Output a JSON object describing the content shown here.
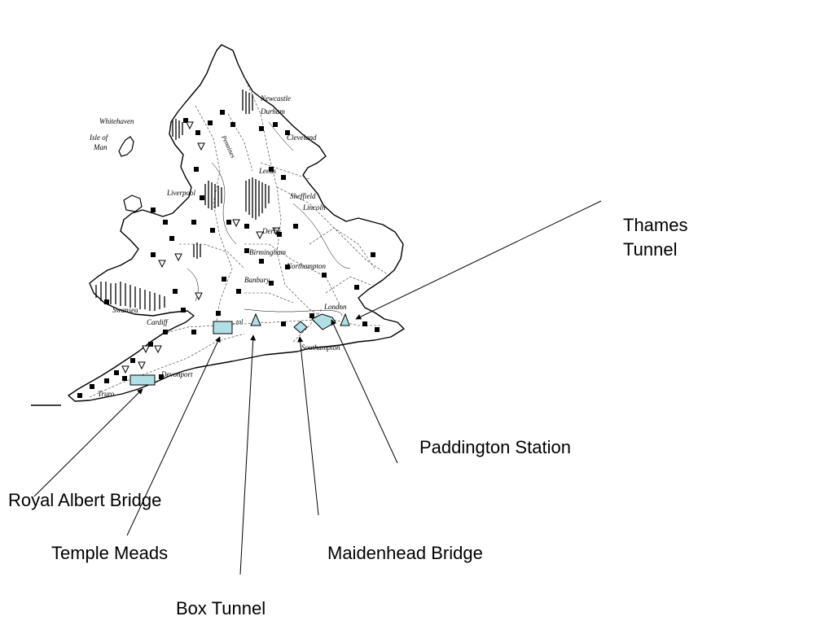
{
  "colors": {
    "background": "#ffffff",
    "ink": "#000000",
    "marker_fill": "#b0e0e6"
  },
  "map": {
    "place_labels": {
      "newcastle": "Newcastle",
      "durham": "Durham",
      "whitehaven": "Whitehaven",
      "cleveland": "Cleveland",
      "isle_of_man_1": "Isle of",
      "isle_of_man_2": "Man",
      "leeds": "Leeds",
      "liverpool": "Liverpool",
      "sheffield": "Sheffield",
      "lincoln": "Lincoln",
      "derby": "Derby",
      "birmingham": "Birmingham",
      "northampton": "Northampton",
      "banbury": "Banbury",
      "swansea": "Swansea",
      "cardiff": "Cardiff",
      "bristol": "...tol",
      "london": "London",
      "southampton": "Southampton",
      "devonport": "Devonport",
      "truro": "Truro",
      "pennines": "Pennines"
    }
  },
  "callouts": {
    "thames_tunnel_line1": "Thames",
    "thames_tunnel_line2": "Tunnel",
    "paddington_station": "Paddington Station",
    "royal_albert_bridge": "Royal Albert Bridge",
    "temple_meads": "Temple Meads",
    "maidenhead_bridge": "Maidenhead Bridge",
    "box_tunnel": "Box Tunnel"
  }
}
